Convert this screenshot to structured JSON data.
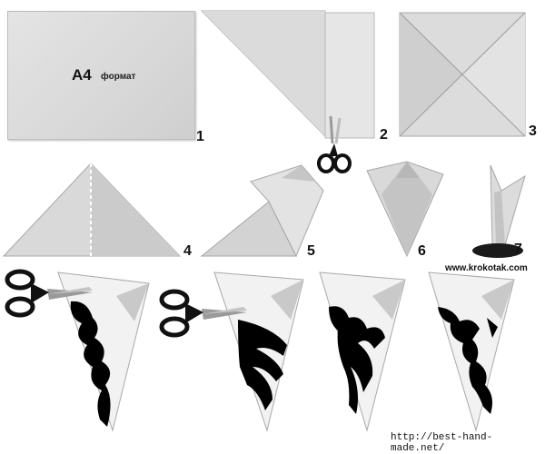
{
  "diagram": {
    "a4_label": "A4",
    "a4_sub": "формат",
    "steps": [
      "1",
      "2",
      "3",
      "4",
      "5",
      "6",
      "7"
    ],
    "credit_top": "www.krokotak.com",
    "credit_bottom": "http://best-hand-made.net/"
  },
  "colors": {
    "paper_light": "#e0e0e0",
    "paper_mid": "#cfcfcf",
    "paper_dark": "#b5b5b5",
    "cutout": "#000000",
    "scissor_handle": "#111111",
    "scissor_blade": "#9a9a9a"
  },
  "icons": {
    "scissors": "scissors-icon"
  }
}
